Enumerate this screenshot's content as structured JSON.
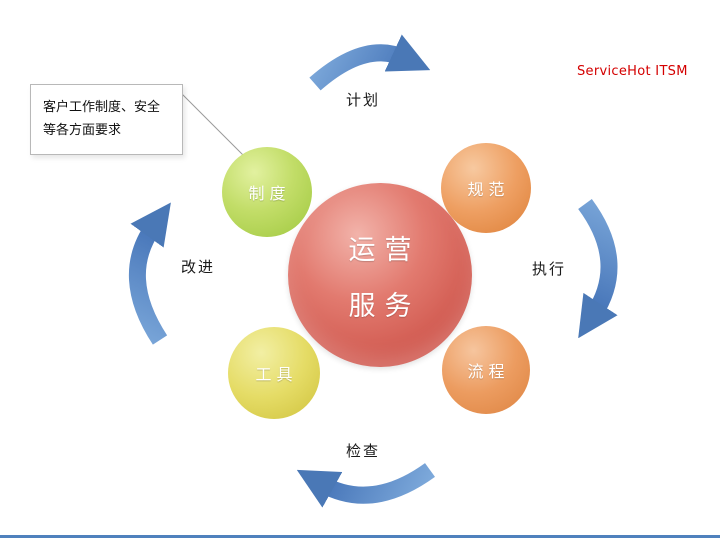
{
  "brand": {
    "label": "ServiceHot ITSM"
  },
  "callout": {
    "text": "客户工作制度、安全等各方面要求"
  },
  "center": {
    "line1": "运营",
    "line2": "服务"
  },
  "nodes": {
    "zhidu": {
      "label": "制度"
    },
    "guifan": {
      "label": "规范"
    },
    "liucheng": {
      "label": "流程"
    },
    "gongju": {
      "label": "工具"
    }
  },
  "arrows": {
    "plan": {
      "label": "计划"
    },
    "do": {
      "label": "执行"
    },
    "check": {
      "label": "检查"
    },
    "improve": {
      "label": "改进"
    }
  },
  "colors": {
    "arrow_blue": "#4f81bd",
    "brand_red": "#d40000",
    "center_red": "#d15a50",
    "node_green": "#a8cf4a",
    "node_orange": "#e8934f",
    "node_yellow": "#ddd152",
    "footer_blue": "#4f81bd"
  }
}
